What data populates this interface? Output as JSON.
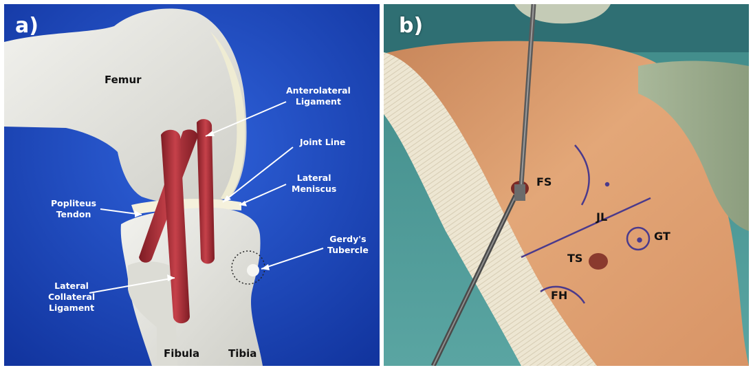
{
  "panel_a": {
    "letter": "a)",
    "labels": {
      "femur": "Femur",
      "anterolateral_ligament": "Anterolateral\nLigament",
      "joint_line": "Joint Line",
      "lateral_meniscus": "Lateral\nMeniscus",
      "popliteus_tendon": "Popliteus\nTendon",
      "gerdys_tubercle": "Gerdy's\nTubercle",
      "lateral_collateral_ligament": "Lateral\nCollateral\nLigament",
      "fibula": "Fibula",
      "tibia": "Tibia"
    }
  },
  "panel_b": {
    "letter": "b)",
    "labels": {
      "fs": "FS",
      "jl": "JL",
      "gt": "GT",
      "ts": "TS",
      "fh": "FH"
    }
  },
  "colors": {
    "blue_background": "#1a47c4",
    "bone": "#e6e6e0",
    "ligament": "#b3303a",
    "skin": "#e0a474",
    "drape": "#4e9a98",
    "marker": "#4a3a8c"
  }
}
